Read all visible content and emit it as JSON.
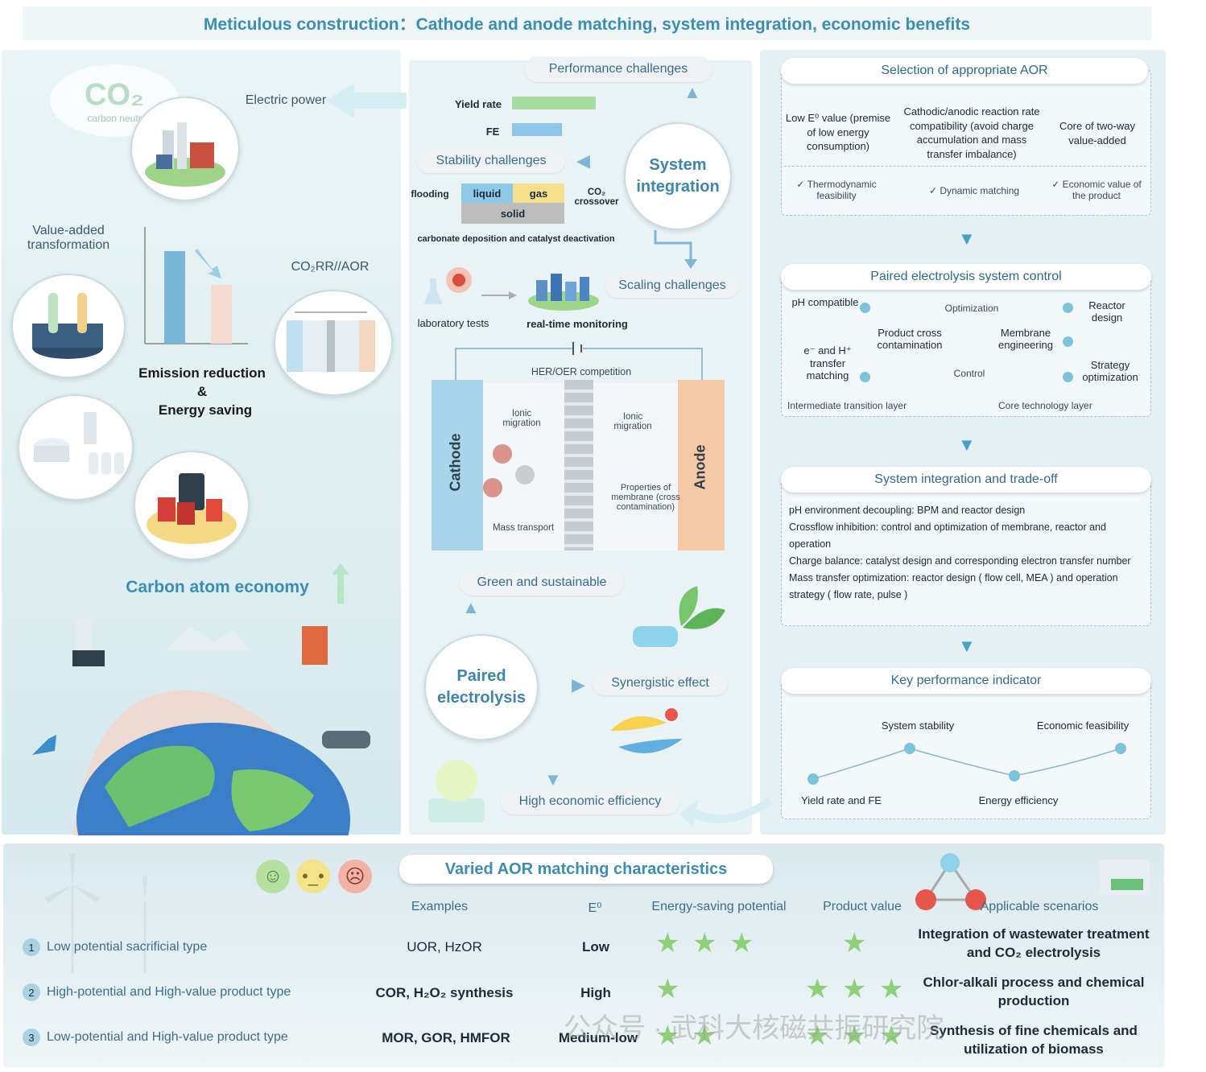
{
  "title": "Meticulous construction：Cathode and anode matching, system integration, economic benefits",
  "left": {
    "co2_logo": "CO₂",
    "co2_logo_sub": "carbon neutr",
    "electric_power": "Electric power",
    "value_added": "Value-added transformation",
    "co2rr_aor": "CO₂RR//AOR",
    "emission_line1": "Emission reduction",
    "emission_line2": "&",
    "emission_line3": "Energy saving",
    "carbon_atom_economy": "Carbon atom economy"
  },
  "mid": {
    "performance": "Performance challenges",
    "yield_rate": "Yield rate",
    "fe": "FE",
    "system_integration": "System integration",
    "stability": "Stability challenges",
    "flooding": "flooding",
    "liquid": "liquid",
    "gas": "gas",
    "solid": "solid",
    "co2_crossover": "CO₂ crossover",
    "carbonate": "carbonate deposition and catalyst deactivation",
    "scaling": "Scaling challenges",
    "lab_tests": "laboratory tests",
    "realtime": "real-time monitoring",
    "her_oer": "HER/OER competition",
    "ionic_left": "Ionic migration",
    "ionic_right": "Ionic migration",
    "cathode": "Cathode",
    "anode": "Anode",
    "mass_transport": "Mass transport",
    "membrane_props": "Properties of membrane (cross contamination)",
    "green": "Green and sustainable",
    "paired": "Paired electrolysis",
    "synergistic": "Synergistic effect",
    "high_econ": "High economic efficiency"
  },
  "right": {
    "sel_header": "Selection of appropriate AOR",
    "sel_col1": "Low E⁰ value (premise of low energy consumption)",
    "sel_col2": "Cathodic/anodic reaction rate compatibility (avoid charge accumulation and mass transfer imbalance)",
    "sel_col3": "Core of two-way value-added",
    "sel_tag1": "✓ Thermodynamic feasibility",
    "sel_tag2": "✓ Dynamic matching",
    "sel_tag3": "✓ Economic value of the product",
    "ctrl_header": "Paired electrolysis system control",
    "ph": "pH compatible",
    "eh": "e⁻ and H⁺ transfer matching",
    "optimization": "Optimization",
    "product_cross": "Product cross contamination",
    "membrane_eng": "Membrane engineering",
    "control": "Control",
    "reactor": "Reactor design",
    "strategy": "Strategy optimization",
    "layer1": "Intermediate transition layer",
    "layer2": "Core technology layer",
    "int_header": "System integration and trade-off",
    "int_items": [
      "pH environment decoupling: BPM and reactor design",
      "Crossflow inhibition: control and optimization of membrane, reactor and operation",
      "Charge balance: catalyst design and corresponding electron transfer number",
      "Mass transfer optimization: reactor design ( flow cell, MEA ) and operation strategy ( flow rate, pulse )"
    ],
    "kpi_header": "Key performance indicator",
    "kpi_stability": "System stability",
    "kpi_econ": "Economic feasibility",
    "kpi_yield": "Yield rate and FE",
    "kpi_energy": "Energy efficiency"
  },
  "bottom": {
    "header": "Varied AOR matching characteristics",
    "col_examples": "Examples",
    "col_e0": "E⁰",
    "col_energy": "Energy-saving potential",
    "col_value": "Product value",
    "col_scenarios": "Applicable scenarios",
    "rows": [
      {
        "num": "1",
        "type": "Low potential sacrificial type",
        "examples": "UOR, HzOR",
        "e0": "Low",
        "energy_stars": 3,
        "value_stars": 1,
        "scenario": "Integration of wastewater treatment and CO₂ electrolysis"
      },
      {
        "num": "2",
        "type": "High-potential  and High-value product type",
        "examples": "COR, H₂O₂ synthesis",
        "e0": "High",
        "energy_stars": 1,
        "value_stars": 3,
        "scenario": "Chlor-alkali process and chemical production"
      },
      {
        "num": "3",
        "type": "Low-potential  and High-value product type",
        "examples": "MOR, GOR, HMFOR",
        "e0": "Medium-low",
        "energy_stars": 2,
        "value_stars": 3,
        "scenario": "Synthesis of fine chemicals and utilization of biomass"
      }
    ],
    "watermark": "公众号 · 武科大核磁共振研究院"
  },
  "colors": {
    "accent": "#3b8db6",
    "green_bar": "#a7d9a0",
    "blue_bar": "#8ec5e8",
    "star": "#8ed07a"
  }
}
